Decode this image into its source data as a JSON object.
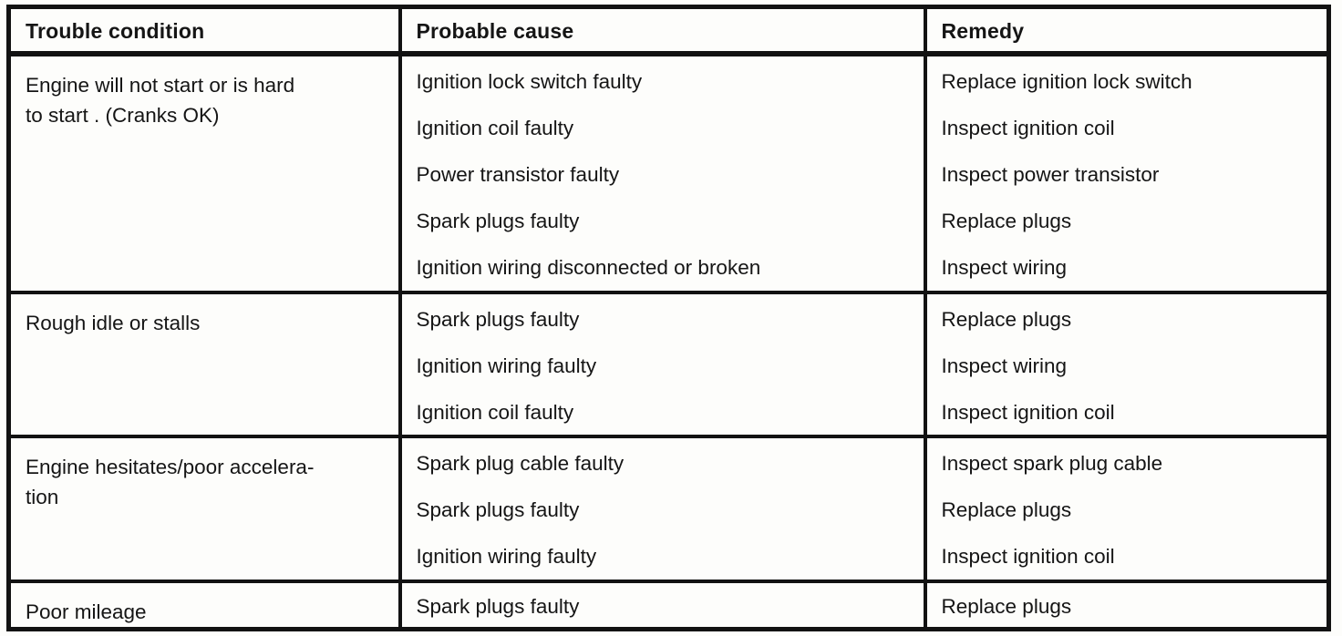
{
  "page": {
    "kind": "service-manual troubleshooting table",
    "background_color": "#fdfdfb",
    "line_color": "#121212",
    "text_color": "#151515"
  },
  "table": {
    "headers": [
      {
        "label": "Trouble condition"
      },
      {
        "label": "Probable cause"
      },
      {
        "label": "Remedy"
      }
    ],
    "rows": [
      {
        "condition": "Engine will not start or is hard\nto start . (Cranks OK)",
        "items": [
          {
            "cause": "Ignition lock switch faulty",
            "remedy": "Replace ignition lock switch"
          },
          {
            "cause": "Ignition coil faulty",
            "remedy": "Inspect ignition coil"
          },
          {
            "cause": "Power transistor faulty",
            "remedy": "Inspect power transistor"
          },
          {
            "cause": "Spark plugs faulty",
            "remedy": "Replace plugs"
          },
          {
            "cause": "Ignition wiring disconnected or broken",
            "remedy": "Inspect wiring"
          }
        ]
      },
      {
        "condition": "Rough idle or stalls",
        "items": [
          {
            "cause": "Spark plugs faulty",
            "remedy": "Replace plugs"
          },
          {
            "cause": "Ignition wiring faulty",
            "remedy": "Inspect wiring"
          },
          {
            "cause": "Ignition coil faulty",
            "remedy": "Inspect ignition coil"
          }
        ]
      },
      {
        "condition": "Engine hesitates/poor accelera-\ntion",
        "items": [
          {
            "cause": "Spark plug cable faulty",
            "remedy": "Inspect spark plug cable"
          },
          {
            "cause": "Spark plugs faulty",
            "remedy": "Replace plugs"
          },
          {
            "cause": "Ignition wiring faulty",
            "remedy": "Inspect ignition coil"
          }
        ]
      },
      {
        "condition": "Poor mileage",
        "items": [
          {
            "cause": "Spark plugs faulty",
            "remedy": "Replace plugs"
          }
        ]
      }
    ]
  }
}
